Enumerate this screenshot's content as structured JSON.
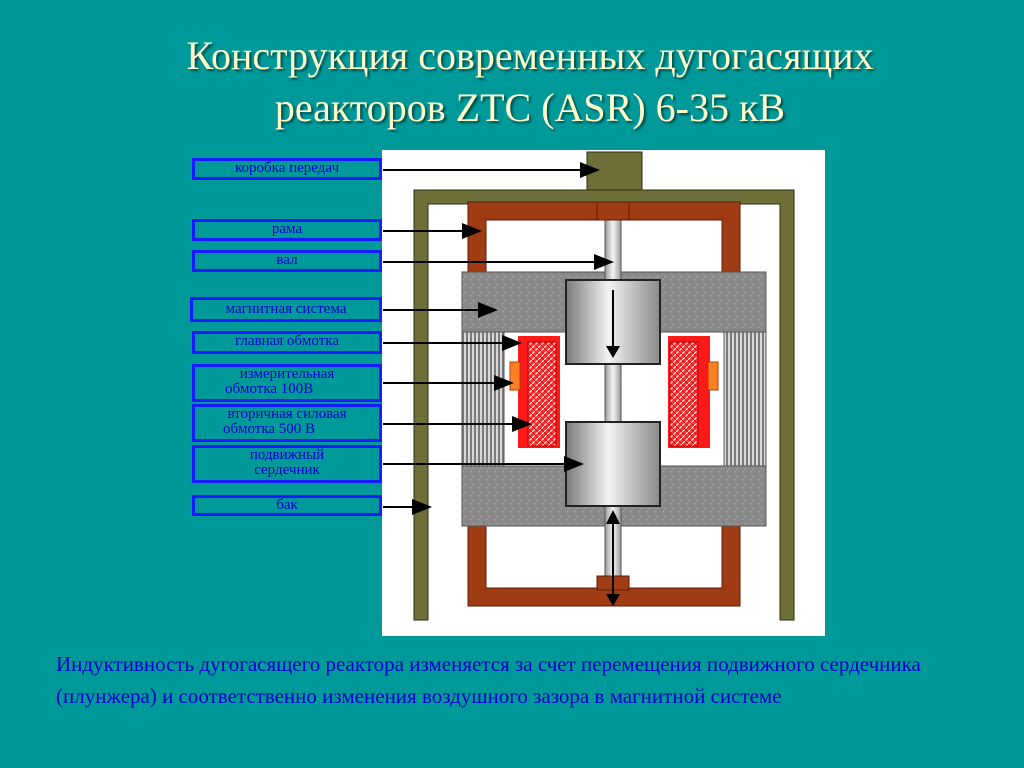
{
  "slide": {
    "title_line1": "Конструкция современных дугогасящих",
    "title_line2": "реакторов ZTC (ASR) 6-35 кВ"
  },
  "labels": {
    "gearbox": "коробка передач",
    "frame": "рама",
    "shaft": "вал",
    "magnetic_system": "магнитная система",
    "main_winding": "главная обмотка",
    "measuring_winding_1": "измерительная",
    "measuring_winding_2": "обмотка 100В",
    "secondary_winding_1": "вторичная силовая",
    "secondary_winding_2": "обмотка 500 В",
    "moving_core_1": "подвижный",
    "moving_core_2": "сердечник",
    "tank": "бак"
  },
  "caption": "Индуктивность дугогасящего реактора изменяется за счет перемещения подвижного сердечника (плунжера) и соответственно изменения воздушного зазора в магнитной системе",
  "colors": {
    "background": "#009999",
    "title": "#ffffcc",
    "label_border": "#1a1aff",
    "label_text": "#0000cc",
    "tank": "#6e6e38",
    "frame": "#a03c14",
    "magnetic_core": "#808080",
    "winding": "#ff1a1a",
    "winding_terminal": "#ff7f27"
  }
}
